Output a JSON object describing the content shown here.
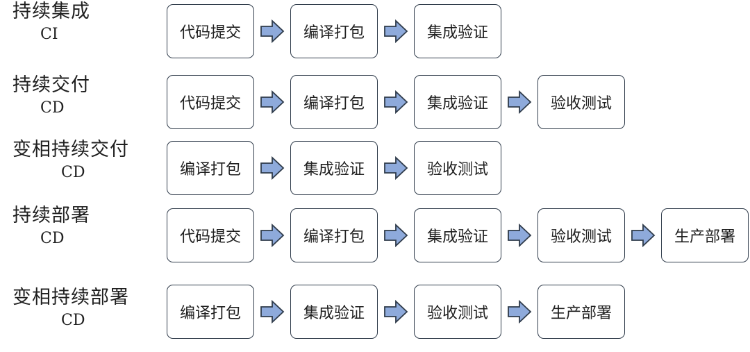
{
  "colors": {
    "arrow_fill": "#8eaadb",
    "arrow_stroke": "#2f3b4a",
    "box_border": "#2f3b4a",
    "text": "#1f1f1f"
  },
  "rows": [
    {
      "title": "持续集成",
      "abbr": "CI",
      "stages": [
        "代码提交",
        "编译打包",
        "集成验证"
      ]
    },
    {
      "title": "持续交付",
      "abbr": "CD",
      "stages": [
        "代码提交",
        "编译打包",
        "集成验证",
        "验收测试"
      ]
    },
    {
      "title": "变相持续交付",
      "abbr": "CD",
      "stages": [
        "编译打包",
        "集成验证",
        "验收测试"
      ]
    },
    {
      "title": "持续部署",
      "abbr": "CD",
      "stages": [
        "代码提交",
        "编译打包",
        "集成验证",
        "验收测试",
        "生产部署"
      ]
    },
    {
      "title": "变相持续部署",
      "abbr": "CD",
      "stages": [
        "编译打包",
        "集成验证",
        "验收测试",
        "生产部署"
      ]
    }
  ]
}
